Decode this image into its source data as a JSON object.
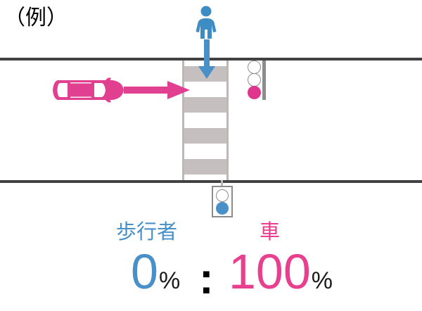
{
  "title": "（例）",
  "scene": {
    "road": {
      "edge_color": "#414141",
      "surface_color": "#ffffff"
    },
    "crosswalk": {
      "name": "横断歩道",
      "stripe_color": "#c5bfbf",
      "sideline_color": "#bdb8b8",
      "stripe_count": 4,
      "stripe_tops": [
        8,
        52,
        96,
        140
      ]
    },
    "vehicle_signal": {
      "name": "車両用信号機",
      "lamps": [
        {
          "state": "off",
          "color": "#ffffff"
        },
        {
          "state": "off",
          "color": "#ffffff"
        },
        {
          "state": "on",
          "color": "#e0358c"
        }
      ]
    },
    "pedestrian_signal": {
      "name": "歩行者用信号機",
      "lamps": [
        {
          "state": "off",
          "color": "#ffffff"
        },
        {
          "state": "on",
          "color": "#4a90c8"
        }
      ]
    },
    "car": {
      "name": "車",
      "color": "#e0408f",
      "window_color": "#ffffff",
      "direction": "right"
    },
    "pedestrian": {
      "name": "歩行者",
      "color": "#3d8cc4",
      "direction": "down"
    },
    "car_arrow": {
      "color": "#e0408f",
      "direction": "right"
    },
    "pedestrian_arrow": {
      "color": "#4a90c8",
      "direction": "down"
    }
  },
  "result": {
    "parties": [
      {
        "label": "歩行者",
        "value": "0",
        "unit": "%",
        "color": "#4a90c8"
      },
      {
        "label": "車",
        "value": "100",
        "unit": "%",
        "color": "#e8408f"
      }
    ],
    "separator": ":"
  }
}
